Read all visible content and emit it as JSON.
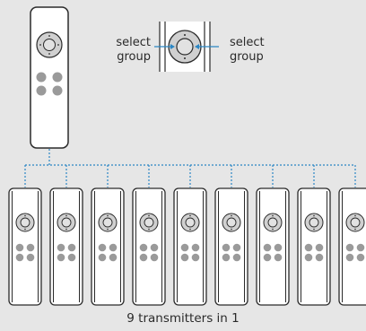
{
  "diagram": {
    "labels": {
      "select_left": [
        "select",
        "group"
      ],
      "select_right": [
        "select",
        "group"
      ],
      "caption": "9 transmitters in 1"
    },
    "transmitter_count": 9,
    "colors": {
      "background": "#e6e6e6",
      "remote_fill": "#ffffff",
      "outline": "#2a2a2a",
      "dpad_fill": "#d0d0d0",
      "dpad_center": "#e2e2e2",
      "button_grey": "#9a9a9a",
      "connector": "#2a86c4"
    },
    "icons": [
      "remote-control-icon",
      "dpad-icon",
      "connector-arrow-icon"
    ]
  }
}
